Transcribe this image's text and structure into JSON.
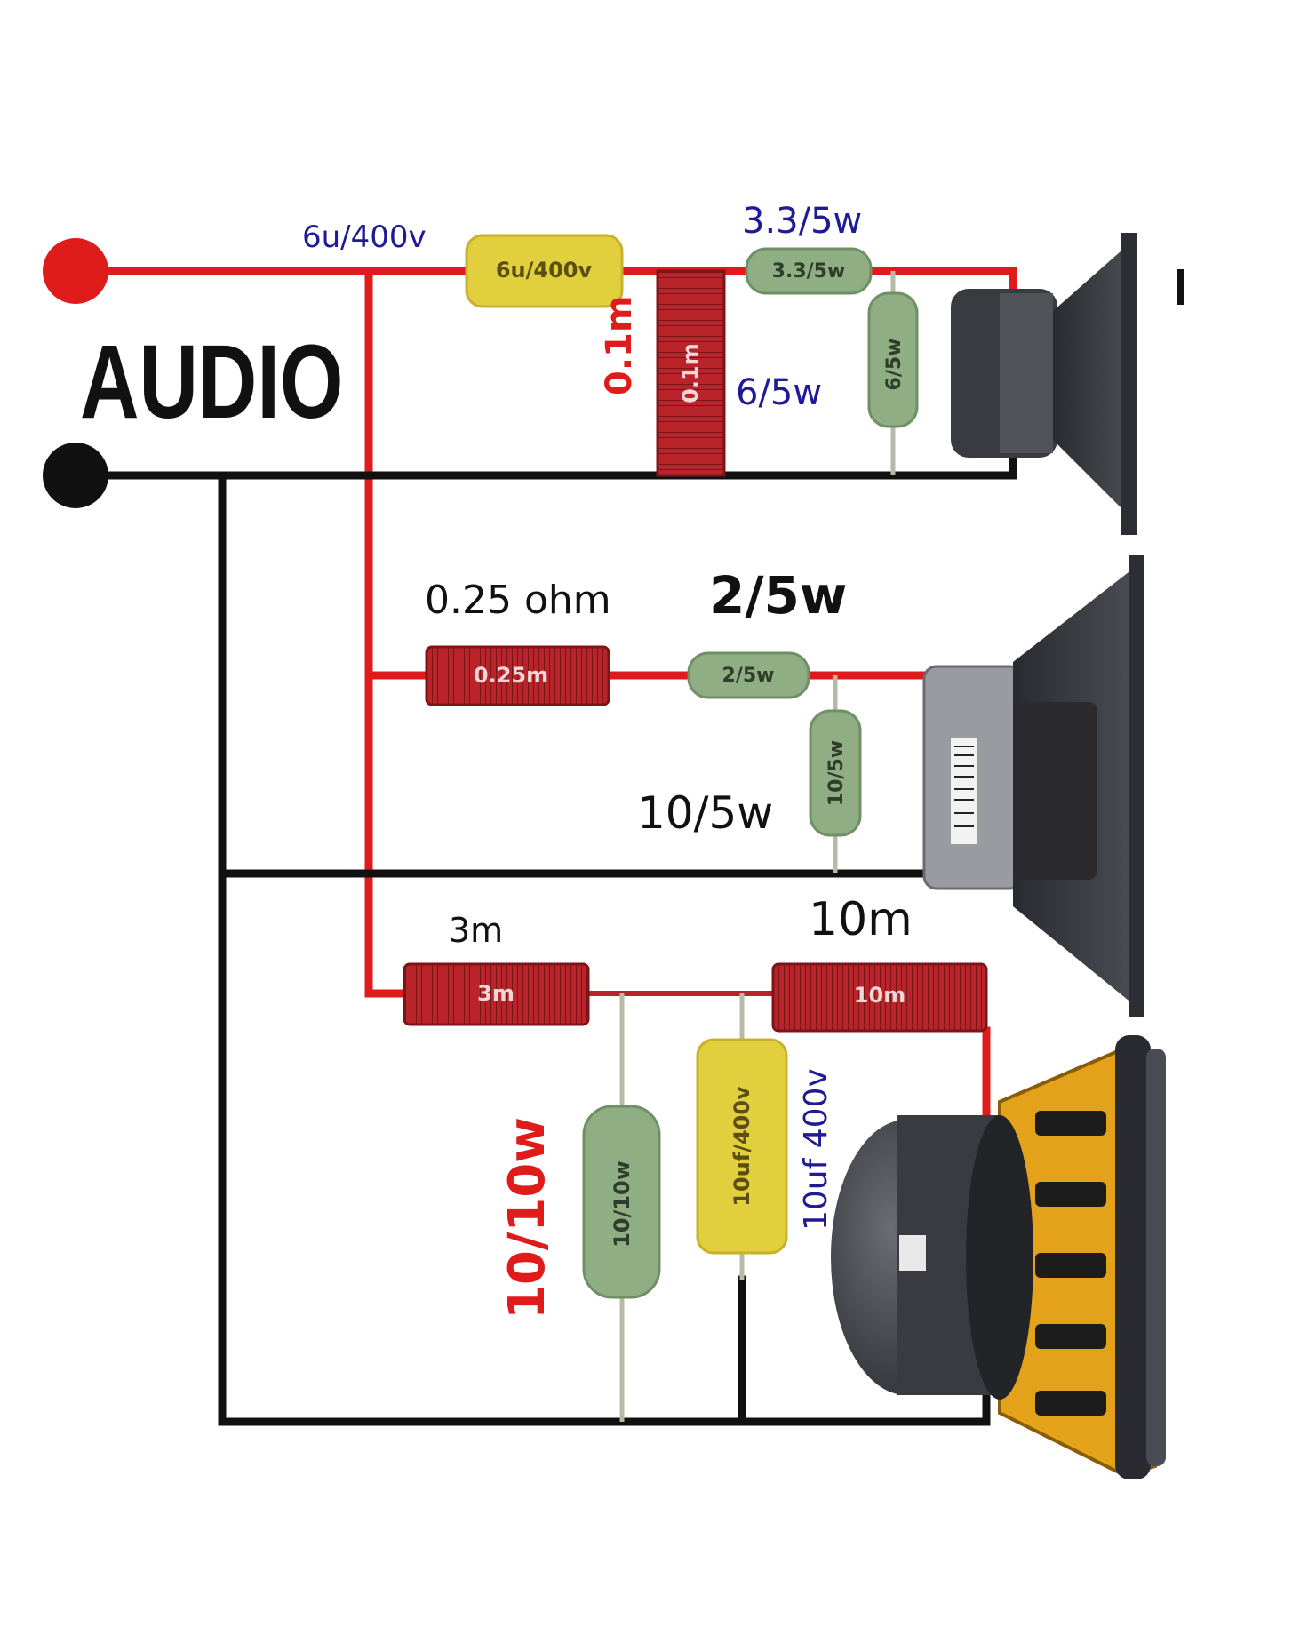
{
  "title": "AUDIO",
  "colors": {
    "positive": "#e01b1b",
    "negative": "#111111",
    "label_red": "#e01b1b",
    "label_blue": "#1f1a96",
    "label_black": "#111111",
    "capacitor": "#e2cf3e",
    "resistor": "#8fae84",
    "coil": "#b8242a"
  },
  "labels": {
    "cap_top": "6u/400v",
    "res_top_series": "3.3/5w",
    "coil_top": "0.1m",
    "res_top_shunt": "6/5w",
    "coil_mid": "0.25 ohm",
    "res_mid_series": "2/5w",
    "res_mid_shunt": "10/5w",
    "coil_bot_1": "3m",
    "coil_bot_2": "10m",
    "res_bot": "10/10w",
    "cap_bot": "10uf 400v"
  },
  "components": {
    "cap_top": "6u/400v",
    "res_top_series": "3.3/5w",
    "coil_top": "0.1m",
    "res_top_shunt": "6/5w",
    "coil_mid": "0.25m",
    "res_mid_series": "2/5w",
    "res_mid_shunt": "10/5w",
    "coil_bot_1": "3m",
    "coil_bot_2": "10m",
    "res_bot": "10/10w",
    "cap_bot": "10uf/400v"
  }
}
